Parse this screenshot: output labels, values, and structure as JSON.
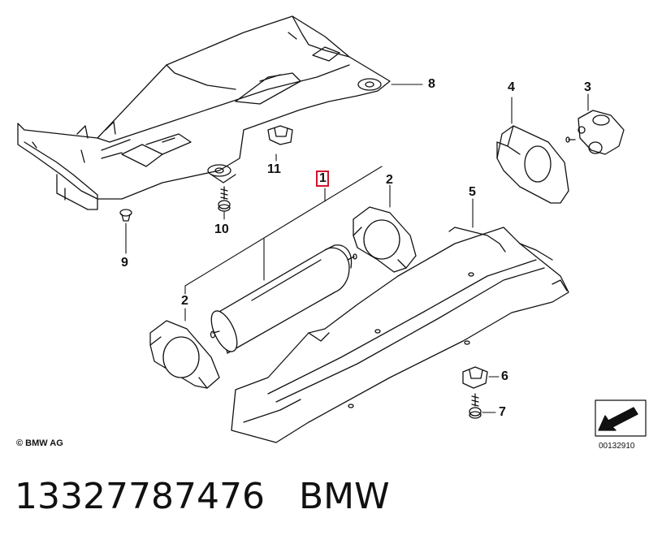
{
  "diagram": {
    "callouts": {
      "p1": "1",
      "p2a": "2",
      "p2b": "2",
      "p3": "3",
      "p4": "4",
      "p5": "5",
      "p6": "6",
      "p7": "7",
      "p8": "8",
      "p9": "9",
      "p10": "10",
      "p11": "11"
    },
    "highlighted_callout": "1",
    "highlight_color": "#d0142c",
    "copyright": "© BMW AG",
    "diagram_number": "00132910"
  },
  "footer": {
    "part_number": "13327787476",
    "brand": "BMW"
  }
}
